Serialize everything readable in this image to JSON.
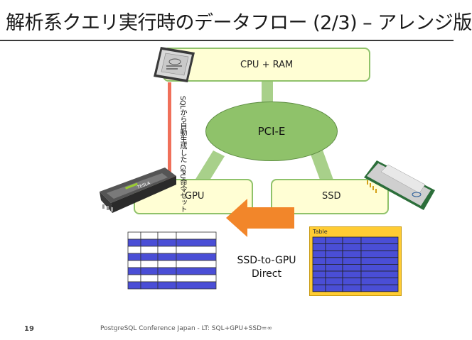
{
  "title": "解析系クエリ実行時のデータフロー (2/3) – アレンジ版",
  "nodes": {
    "cpu": "CPU + RAM",
    "gpu": "GPU",
    "ssd": "SSD",
    "bus": "PCI-E"
  },
  "annotation": {
    "vertical": "SQLから自動生成した GPU命令セット",
    "direct_line1": "SSD-to-GPU",
    "direct_line2": "Direct"
  },
  "ssd_table": {
    "label": "Table",
    "rows": 8,
    "cols": 4
  },
  "gpu_table": {
    "rows": 8,
    "cols": 4
  },
  "footer": {
    "slide_number": "19",
    "text": "PostgreSQL Conference Japan - LT: SQL+GPU+SSD=∞"
  },
  "colors": {
    "box_fill": "#fffed4",
    "box_border": "#8fc26a",
    "bus_green": "#8fc26a",
    "arrow_red": "#f0705a",
    "arrow_orange": "#f2862a",
    "table_blue": "#4a4ed6",
    "table_yellow": "#ffcc33"
  },
  "icons": [
    "intel-cpu-chip-icon",
    "nvidia-tesla-gpu-icon",
    "intel-ssd-card-icon"
  ]
}
